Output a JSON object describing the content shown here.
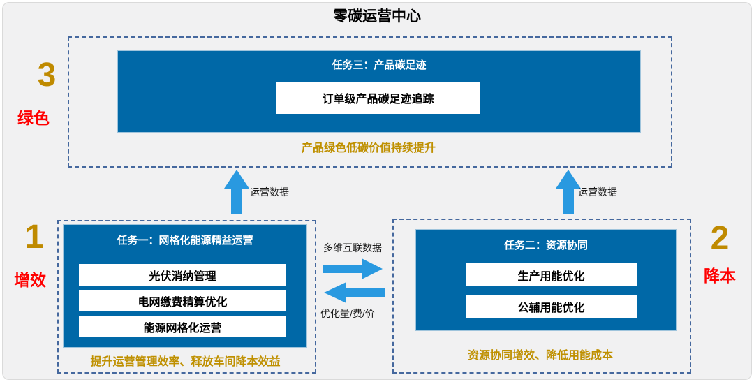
{
  "title": "零碳运营中心",
  "colors": {
    "box_blue": "#0068A7",
    "arrow_blue": "#2999E0",
    "dashed_border": "#45689E",
    "gold": "#BF9000",
    "red": "#FF0000",
    "background": "#F1F1F2"
  },
  "top_section": {
    "number": "3",
    "tag": "绿色",
    "task_title": "任务三：产品碳足迹",
    "items": [
      "订单级产品碳足迹追踪"
    ],
    "caption": "产品绿色低碳价值持续提升"
  },
  "left_section": {
    "number": "1",
    "tag": "增效",
    "task_title": "任务一：网格化能源精益运营",
    "items": [
      "光伏消纳管理",
      "电网缴费精算优化",
      "能源网格化运营"
    ],
    "caption": "提升运营管理效率、释放车间降本效益"
  },
  "right_section": {
    "number": "2",
    "tag": "降本",
    "task_title": "任务二：资源协同",
    "items": [
      "生产用能优化",
      "公辅用能优化"
    ],
    "caption": "资源协同增效、降低用能成本"
  },
  "arrows": {
    "left_up_label": "运营数据",
    "right_up_label": "运营数据",
    "to_right_label": "多维互联数据",
    "to_left_label": "优化量/费/价"
  }
}
